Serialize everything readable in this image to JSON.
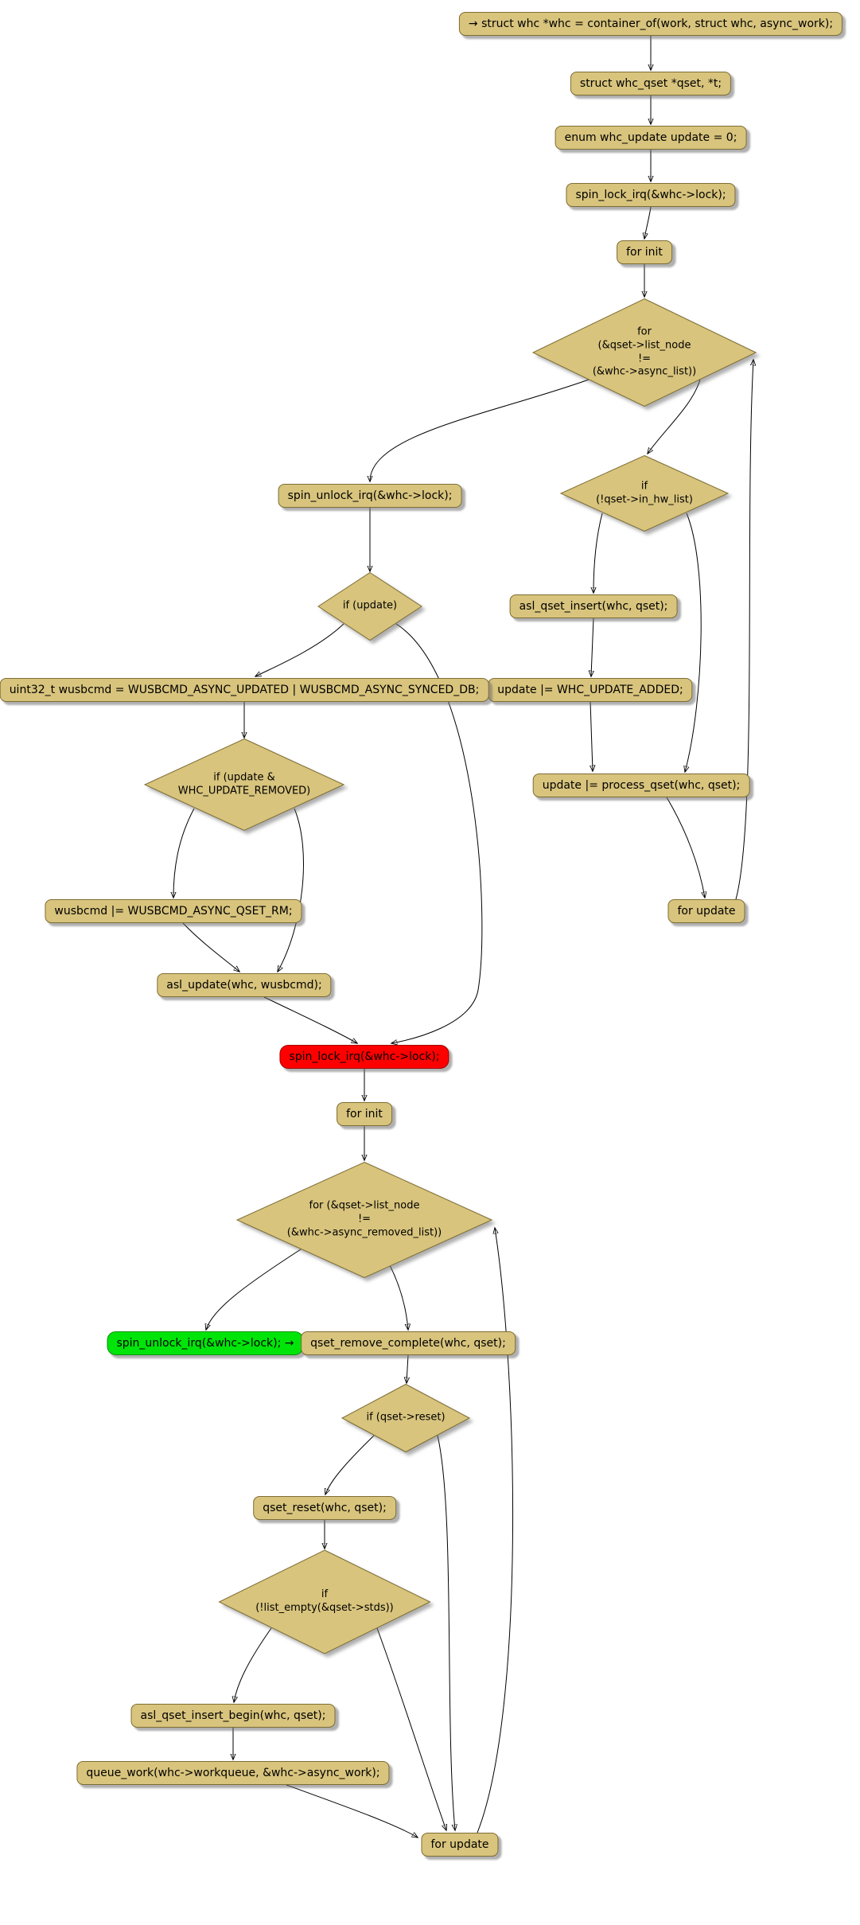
{
  "diagram": {
    "type": "control-flow-graph",
    "colors": {
      "node_fill": "#d8c47d",
      "node_border": "#7e6d33",
      "highlight_current": "#ff0000",
      "highlight_exit": "#00e40a",
      "edge": "#000000",
      "background": "#ffffff"
    }
  },
  "nodes": {
    "n1": {
      "label": "→ struct whc *whc = container_of(work, struct whc, async_work);"
    },
    "n2": {
      "label": "struct whc_qset *qset, *t;"
    },
    "n3": {
      "label": "enum whc_update update = 0;"
    },
    "n4": {
      "label": "spin_lock_irq(&whc->lock);"
    },
    "n5": {
      "label": "for init"
    },
    "d6": {
      "label": "for\n(&qset->list_node\n!=\n(&whc->async_list))"
    },
    "n7": {
      "label": "spin_unlock_irq(&whc->lock);"
    },
    "d8": {
      "label": "if\n(!qset->in_hw_list)"
    },
    "n9": {
      "label": "asl_qset_insert(whc, qset);"
    },
    "n10": {
      "label": "update |= WHC_UPDATE_ADDED;"
    },
    "n11": {
      "label": "update |= process_qset(whc, qset);"
    },
    "n12": {
      "label": "for update"
    },
    "d13": {
      "label": "if (update)"
    },
    "n14": {
      "label": "uint32_t wusbcmd = WUSBCMD_ASYNC_UPDATED | WUSBCMD_ASYNC_SYNCED_DB;"
    },
    "d15": {
      "label": "if (update &\nWHC_UPDATE_REMOVED)"
    },
    "n16": {
      "label": "wusbcmd |= WUSBCMD_ASYNC_QSET_RM;"
    },
    "n17": {
      "label": "asl_update(whc, wusbcmd);"
    },
    "n18": {
      "label": "spin_lock_irq(&whc->lock);"
    },
    "n19": {
      "label": "for init"
    },
    "d20": {
      "label": "for (&qset->list_node\n!=\n(&whc->async_removed_list))"
    },
    "n21": {
      "label": "spin_unlock_irq(&whc->lock); →"
    },
    "n22": {
      "label": "qset_remove_complete(whc, qset);"
    },
    "d23": {
      "label": "if (qset->reset)"
    },
    "n24": {
      "label": "qset_reset(whc, qset);"
    },
    "d25": {
      "label": "if\n(!list_empty(&qset->stds))"
    },
    "n26": {
      "label": "asl_qset_insert_begin(whc, qset);"
    },
    "n27": {
      "label": "queue_work(whc->workqueue, &whc->async_work);"
    },
    "n28": {
      "label": "for update"
    }
  }
}
